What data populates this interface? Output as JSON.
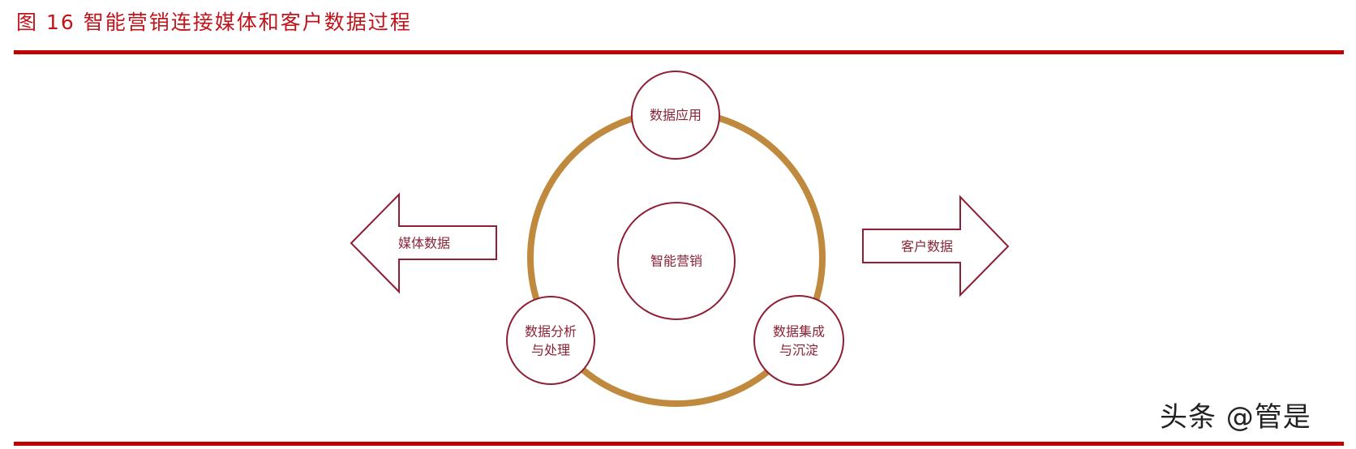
{
  "figure": {
    "title": "图 16 智能营销连接媒体和客户数据过程"
  },
  "diagram": {
    "center": {
      "label": "智能营销"
    },
    "nodes": [
      {
        "id": "top",
        "label_line1": "数据应用",
        "label_line2": ""
      },
      {
        "id": "bottom_left",
        "label_line1": "数据分析",
        "label_line2": "与处理"
      },
      {
        "id": "bottom_right",
        "label_line1": "数据集成",
        "label_line2": "与沉淀"
      }
    ],
    "arrows": {
      "left": {
        "label": "媒体数据",
        "direction": "left"
      },
      "right": {
        "label": "客户数据",
        "direction": "right"
      }
    },
    "colors": {
      "ring": "#c08a3e",
      "node_stroke": "#8e1f35",
      "label": "#8a2234",
      "rule": "#c00000",
      "title": "#c0141b"
    }
  },
  "watermark": {
    "text": "头条 @管是"
  }
}
